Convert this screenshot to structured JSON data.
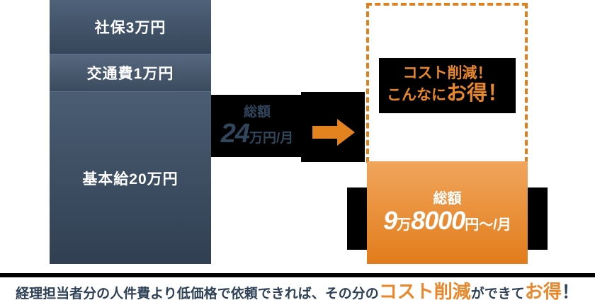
{
  "left_bar": {
    "segments": [
      {
        "label": "社保3万円"
      },
      {
        "label": "交通費1万円"
      },
      {
        "label": "基本給20万円"
      }
    ]
  },
  "before_total": {
    "prefix": "総額",
    "amount": "24",
    "unit": "万円/月"
  },
  "callout": {
    "line1": "コスト削減！",
    "line2_normal": "こんなに",
    "line2_big": "お得！"
  },
  "after_total": {
    "prefix": "総額",
    "amount1": "9",
    "unit1": "万",
    "amount2": "8000",
    "unit2": "円〜/月"
  },
  "footer": {
    "part1": "経理担当者分の人件費より低価格で依頼できれば、その分の",
    "highlight1": "コスト削減",
    "part2": "ができて",
    "highlight2": "お得",
    "part3": "！"
  },
  "icons": {
    "right_arrow": "right-arrow-icon"
  },
  "colors": {
    "navy_text": "#31455b",
    "orange_text": "#e8862a",
    "arrow_orange": "#e2831f",
    "dash_orange": "#df7f1e",
    "bar_blue_top": "#4f6279",
    "bar_blue_bottom": "#313f52",
    "orange_bar_top": "#f1a55c",
    "orange_bar_bottom": "#e17c1b",
    "black": "#000000",
    "white": "#ffffff"
  }
}
